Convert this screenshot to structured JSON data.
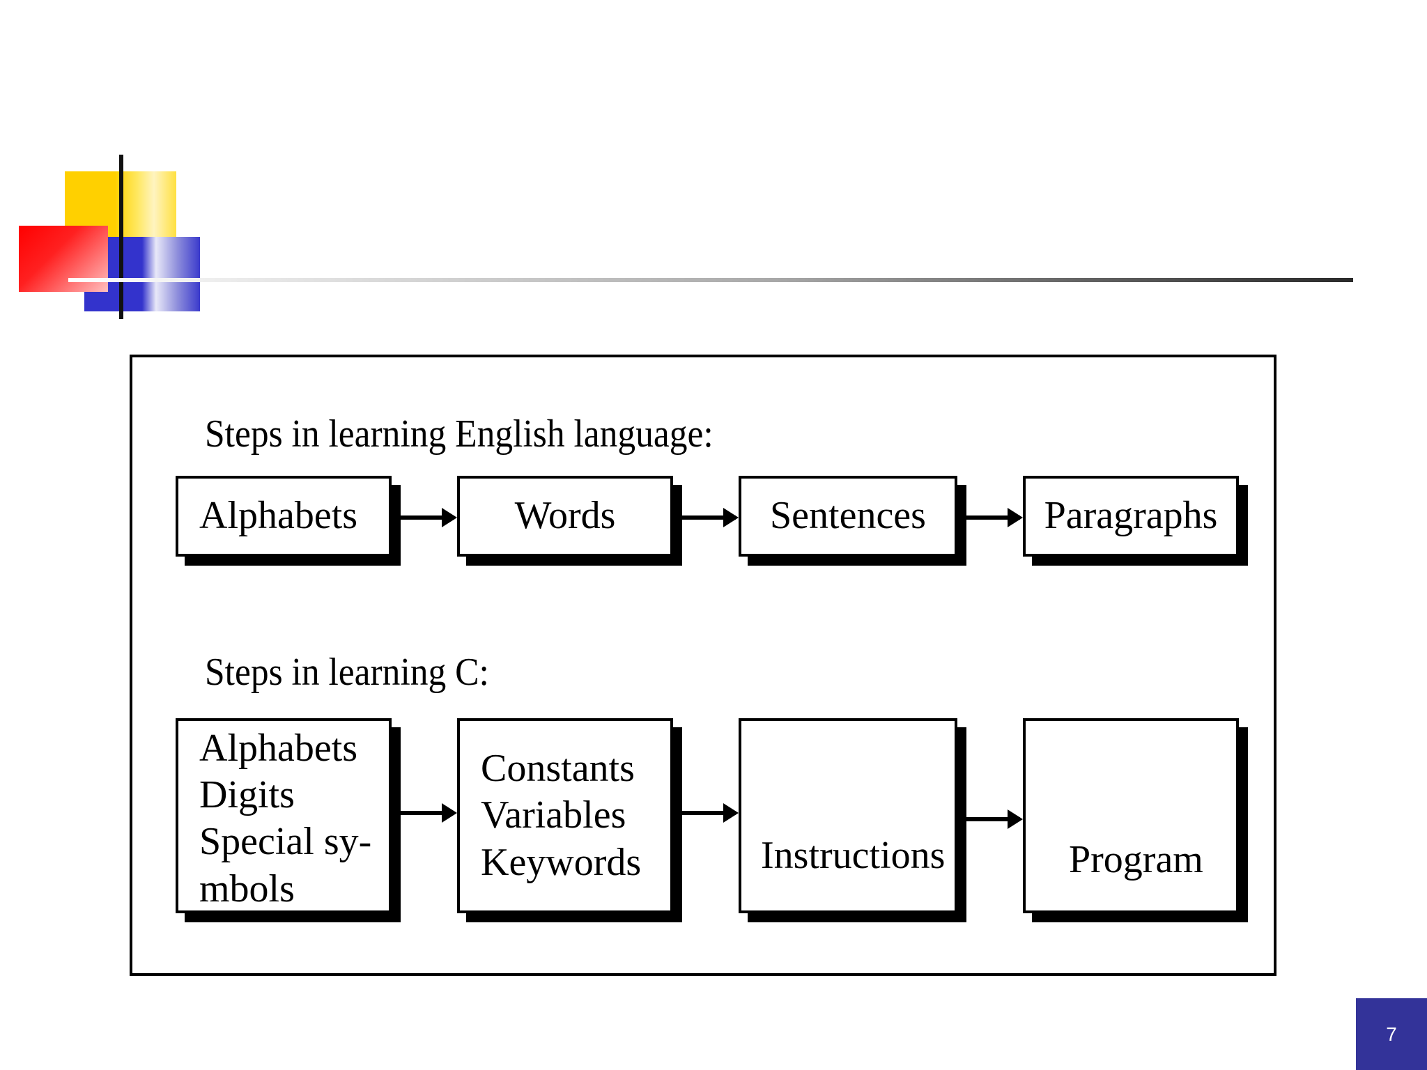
{
  "figure": {
    "english": {
      "heading": "Steps in learning English language:",
      "steps": [
        "Alphabets",
        "Words",
        "Sentences",
        "Paragraphs"
      ]
    },
    "c": {
      "heading": "Steps in learning C:",
      "step1": [
        "Alphabets",
        "Digits",
        "Special sy-",
        "mbols"
      ],
      "step2": [
        "Constants",
        "Variables",
        "Keywords"
      ],
      "step3": "Instructions",
      "step4": "Program"
    }
  },
  "slide": {
    "number": "7",
    "accent_color": "#333399"
  }
}
